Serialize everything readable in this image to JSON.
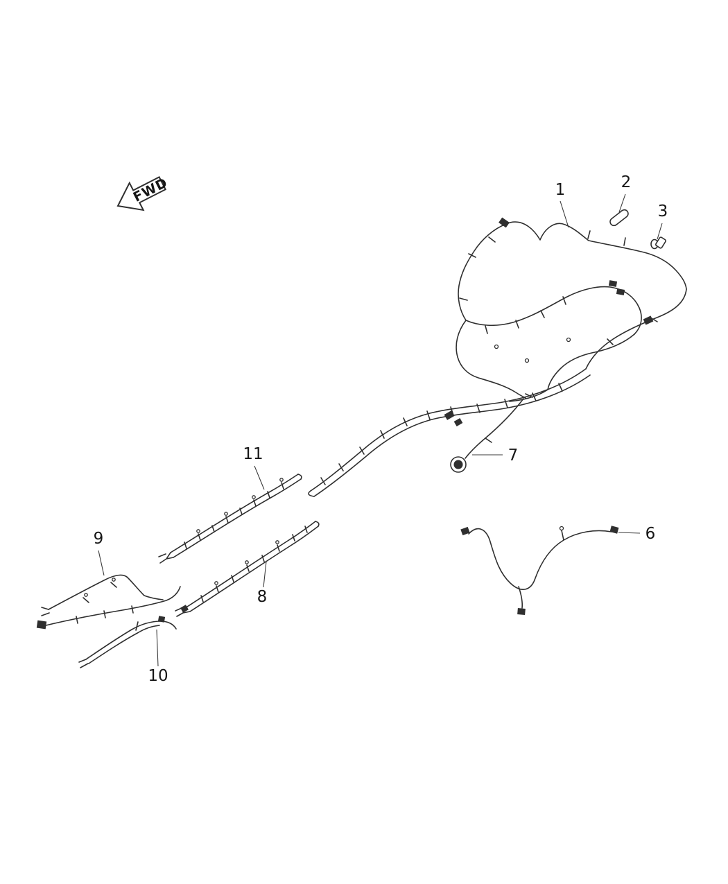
{
  "diagram": {
    "fwd_label": "FWD",
    "line_color": "#2f2f2f",
    "background_color": "#ffffff",
    "callouts": [
      {
        "label": "1"
      },
      {
        "label": "2"
      },
      {
        "label": "3"
      },
      {
        "label": "6"
      },
      {
        "label": "7"
      },
      {
        "label": "8"
      },
      {
        "label": "9"
      },
      {
        "label": "10"
      },
      {
        "label": "11"
      }
    ]
  }
}
